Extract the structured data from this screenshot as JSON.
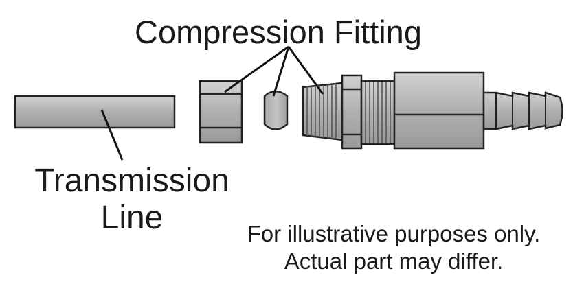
{
  "labels": {
    "compression_fitting": "Compression Fitting",
    "transmission_line_1": "Transmission",
    "transmission_line_2": "Line",
    "disclaimer_1": "For illustrative purposes only.",
    "disclaimer_2": "Actual part may differ."
  },
  "colors": {
    "part_fill": "#b4b4b4",
    "part_stroke": "#222222",
    "text": "#1a1a1a"
  }
}
